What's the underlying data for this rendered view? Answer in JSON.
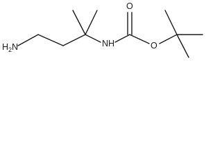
{
  "molecule": {
    "atoms": {
      "amine_n": "N",
      "amine_h": "H",
      "amine_h_count": "2",
      "carbamate_n": "NH",
      "carbonyl_o": "O",
      "ester_o": "O"
    }
  },
  "colors": {
    "bond": "#1a1a1a",
    "background": "#ffffff"
  }
}
